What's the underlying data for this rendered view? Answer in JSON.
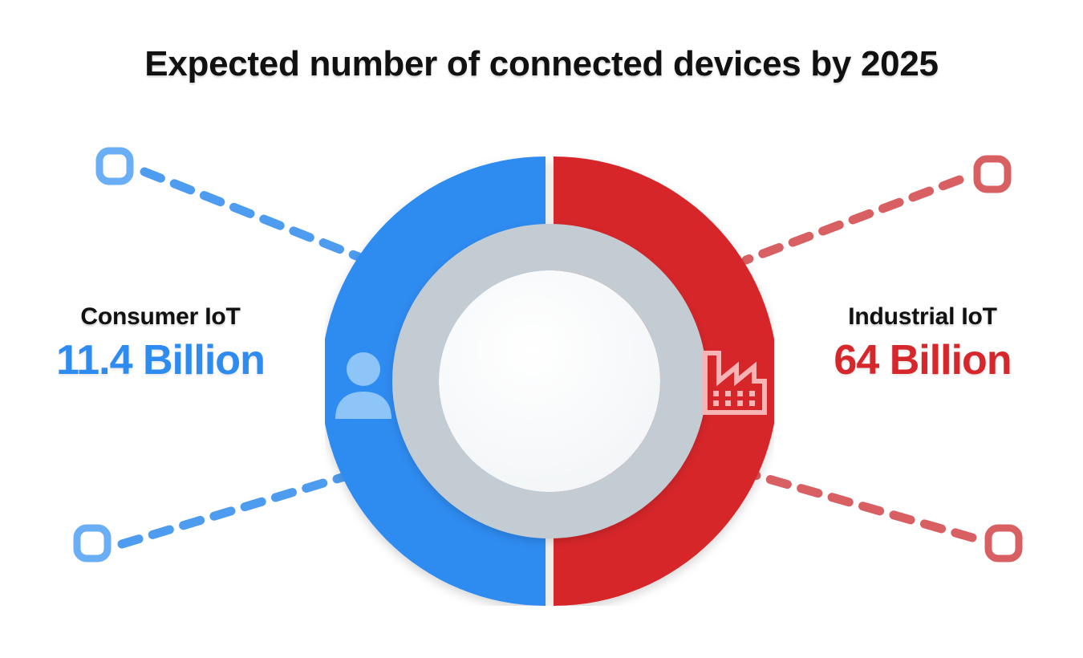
{
  "title": "Expected number of connected devices by 2025",
  "background_color": "#ffffff",
  "segments": {
    "left": {
      "name": "Consumer IoT",
      "value_label": "11.4 Billion",
      "value": 11.4,
      "unit": "Billion",
      "color": "#2e8bf0",
      "icon": "person-icon",
      "icon_color": "#8ec5f8",
      "connector_color": "#4d9cf0"
    },
    "right": {
      "name": "Industrial IoT",
      "value_label": "64 Billion",
      "value": 64,
      "unit": "Billion",
      "color": "#d6282c",
      "icon": "factory-icon",
      "icon_color": "#f7b4b4",
      "connector_color": "#d96062"
    }
  },
  "donut": {
    "outer_ring_colors": [
      "#2e8bf0",
      "#d6282c"
    ],
    "inner_ring_color": "#c3ccd2",
    "center_color": "#fbfcfd",
    "gap_color": "#ffffff"
  },
  "chart_data": {
    "type": "pie",
    "title": "Expected number of connected devices by 2025",
    "subtitle": "",
    "xlabel": "",
    "ylabel": "",
    "unit": "Billion devices",
    "categories": [
      "Consumer IoT",
      "Industrial IoT"
    ],
    "values": [
      11.4,
      64
    ],
    "value_labels": [
      "11.4 Billion",
      "64 Billion"
    ],
    "colors": [
      "#2e8bf0",
      "#d6282c"
    ],
    "slice_angles_deg": [
      180,
      180
    ],
    "note": "Halves are drawn equal (180 deg each) for visual balance; they are not proportional to the values.",
    "legend": [
      "Consumer IoT",
      "Industrial IoT"
    ],
    "legend_position": "sides",
    "grid": false
  }
}
